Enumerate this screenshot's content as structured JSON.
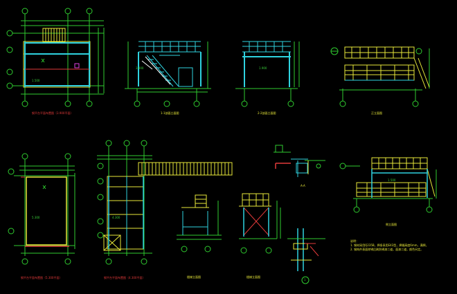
{
  "colors": {
    "background": "#000000",
    "cyan": "#2fd3e0",
    "yellow": "#e8e83a",
    "green": "#2fcc2f",
    "red": "#e23a3a",
    "white": "#ffffff",
    "magenta": "#e040e0"
  },
  "drawing_titles": {
    "a": "钢平台平面布置图（3.900平面）",
    "b": "1-1剖面立面图",
    "c": "2-2剖面立面图",
    "d": "正立面图",
    "e": "钢平台平面布置图（5.300平面）",
    "f": "钢平台平面布置图（4.300平面）",
    "g": "楼梯立面图",
    "h": "楼梯立面图",
    "i": "A-A",
    "j": "侧立面图",
    "k": "1"
  },
  "notes": {
    "heading": "说明：",
    "line1": "1. 钢材采用Q235B，焊条采用E43型，焊缝高度6mm，满焊。",
    "line2": "2. 钢构件表面除锈后刷防锈漆二道，面漆二道，颜色另定。"
  },
  "labels": {
    "dim1": "1.500",
    "dim2": "3.900",
    "dim3": "1.900",
    "dim4": "5.300",
    "dim5": "4.300",
    "dim6": "1.500"
  }
}
